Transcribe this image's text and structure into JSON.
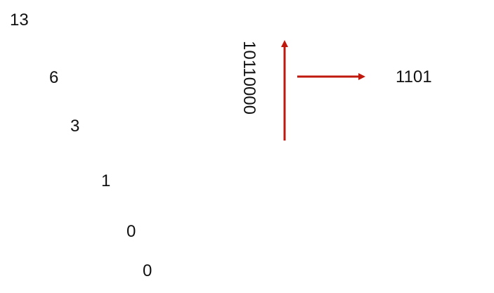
{
  "division_steps": [
    "13",
    "6",
    "3",
    "1",
    "0",
    "0"
  ],
  "remainder_bits": "10110000",
  "result": "1101",
  "colors": {
    "arrow": "#c0180c",
    "text": "#111111",
    "background": "#ffffff"
  }
}
